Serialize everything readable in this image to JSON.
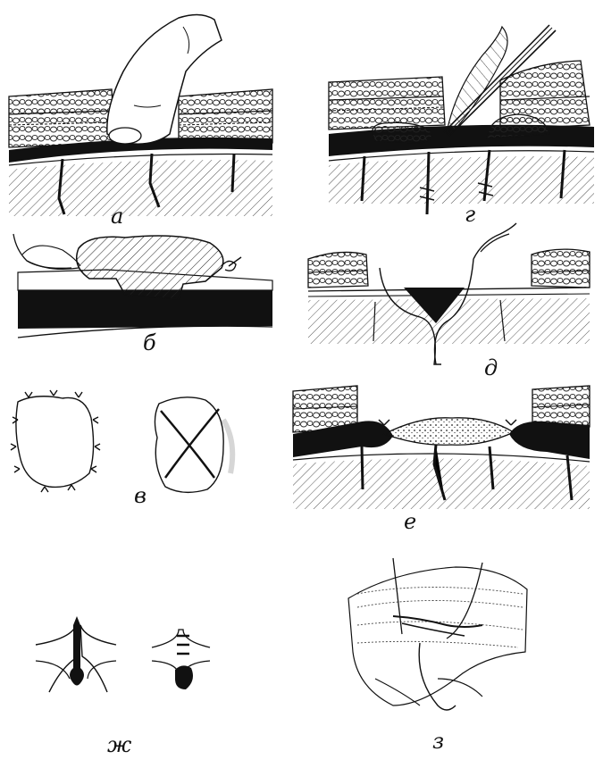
{
  "figure": {
    "panels": [
      {
        "id": "a",
        "label": "а"
      },
      {
        "id": "b",
        "label": "б"
      },
      {
        "id": "v",
        "label": "в"
      },
      {
        "id": "g",
        "label": "г"
      },
      {
        "id": "d",
        "label": "д"
      },
      {
        "id": "e",
        "label": "е"
      },
      {
        "id": "zh",
        "label": "ж"
      },
      {
        "id": "z",
        "label": "з"
      }
    ]
  },
  "colors": {
    "ink": "#111111",
    "paper": "#ffffff",
    "shade": "#d9d9d9"
  }
}
